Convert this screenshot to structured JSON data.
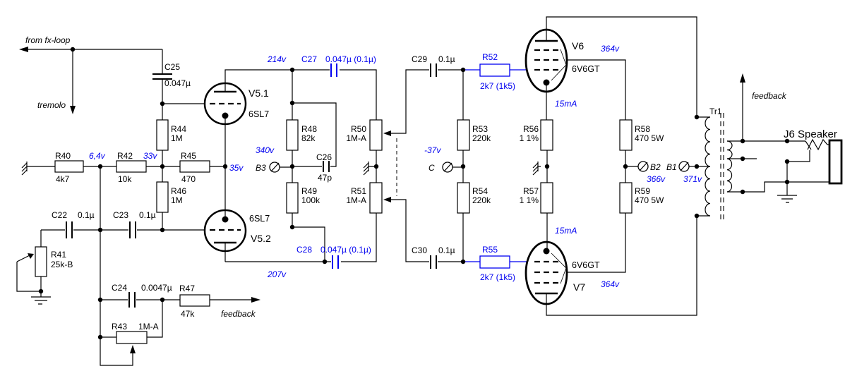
{
  "colors": {
    "wire": "#000000",
    "highlight": "#0000f0",
    "background": "#ffffff"
  },
  "parts": {
    "c22": {
      "ref": "C22",
      "value": "0.1µ"
    },
    "c23": {
      "ref": "C23",
      "value": "0.1µ"
    },
    "c24": {
      "ref": "C24",
      "value": "0.0047µ"
    },
    "c25": {
      "ref": "C25",
      "value": "0.047µ"
    },
    "c26": {
      "ref": "C26",
      "value": "47p"
    },
    "c27": {
      "ref": "C27",
      "value": "0.047µ (0.1µ)"
    },
    "c28": {
      "ref": "C28",
      "value": "0.047µ (0.1µ)"
    },
    "c29": {
      "ref": "C29",
      "value": "0.1µ"
    },
    "c30": {
      "ref": "C30",
      "value": "0.1µ"
    },
    "r40": {
      "ref": "R40",
      "value": "4k7"
    },
    "r41": {
      "ref": "R41",
      "value": "25k-B"
    },
    "r42": {
      "ref": "R42",
      "value": "10k"
    },
    "r43": {
      "ref": "R43",
      "value": "1M-A"
    },
    "r44": {
      "ref": "R44",
      "value": "1M"
    },
    "r45": {
      "ref": "R45",
      "value": "470"
    },
    "r46": {
      "ref": "R46",
      "value": "1M"
    },
    "r47": {
      "ref": "R47",
      "value": "47k"
    },
    "r48": {
      "ref": "R48",
      "value": "82k"
    },
    "r49": {
      "ref": "R49",
      "value": "100k"
    },
    "r50": {
      "ref": "R50",
      "value": "1M-A"
    },
    "r51": {
      "ref": "R51",
      "value": "1M-A"
    },
    "r52": {
      "ref": "R52",
      "value": "2k7 (1k5)"
    },
    "r53": {
      "ref": "R53",
      "value": "220k"
    },
    "r54": {
      "ref": "R54",
      "value": "220k"
    },
    "r55": {
      "ref": "R55",
      "value": "2k7 (1k5)"
    },
    "r56": {
      "ref": "R56",
      "value": "1 1%"
    },
    "r57": {
      "ref": "R57",
      "value": "1 1%"
    },
    "r58": {
      "ref": "R58",
      "value": "470 5W"
    },
    "r59": {
      "ref": "R59",
      "value": "470 5W"
    }
  },
  "tubes": {
    "v51": {
      "name": "V5.1",
      "type": "6SL7"
    },
    "v52": {
      "name": "V5.2",
      "type": "6SL7"
    },
    "v6": {
      "name": "V6",
      "type": "6V6GT"
    },
    "v7": {
      "name": "V7",
      "type": "6V6GT"
    }
  },
  "transformer": {
    "ref": "Tr1"
  },
  "jack": {
    "label": "J6 Speaker"
  },
  "connectors": {
    "b3": "B3",
    "c": "C",
    "b2": "B2",
    "b1": "B1"
  },
  "voltages": {
    "v64": "6,4v",
    "v33": "33v",
    "v35": "35v",
    "v214": "214v",
    "v340": "340v",
    "v207": "207v",
    "vm37": "-37v",
    "v364_v6": "364v",
    "v364_v7": "364v",
    "i15_v6": "15mA",
    "i15_v7": "15mA",
    "v366": "366v",
    "v371": "371v"
  },
  "annotations": {
    "fx": "from fx-loop",
    "tremolo": "tremolo",
    "feedback_bottom": "feedback",
    "feedback_right": "feedback"
  }
}
